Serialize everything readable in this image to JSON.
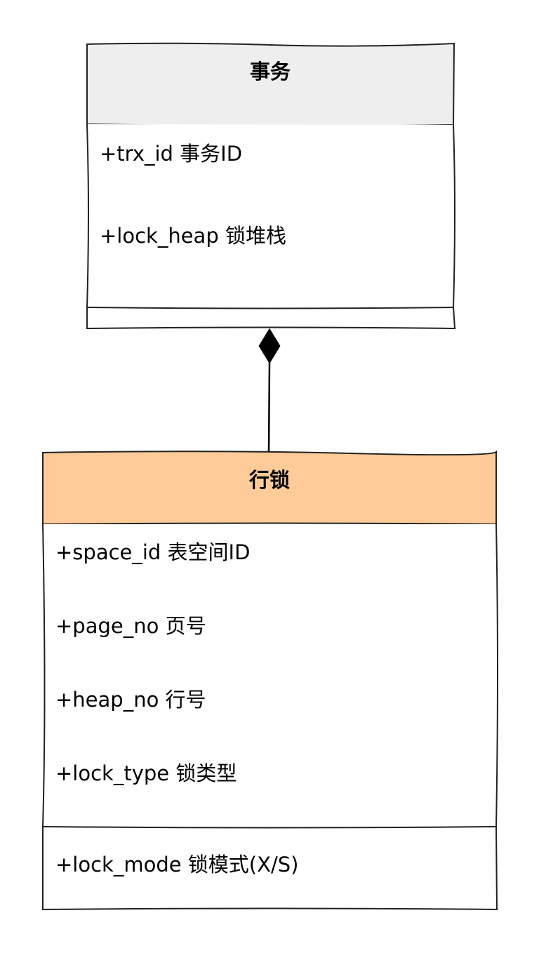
{
  "transaction_class": {
    "title": "事务",
    "attributes": [
      "+trx_id 事务ID",
      "+lock_heap 锁堆栈"
    ],
    "header_color": "#eeeeee"
  },
  "row_lock_class": {
    "title": "行锁",
    "attributes": [
      "+space_id 表空间ID",
      "+page_no 页号",
      "+heap_no 行号",
      "+lock_type 锁类型"
    ],
    "methods": [
      "+lock_mode 锁模式(X/S)"
    ],
    "header_color": "#ffcc99"
  },
  "relationship": {
    "type": "composition"
  }
}
